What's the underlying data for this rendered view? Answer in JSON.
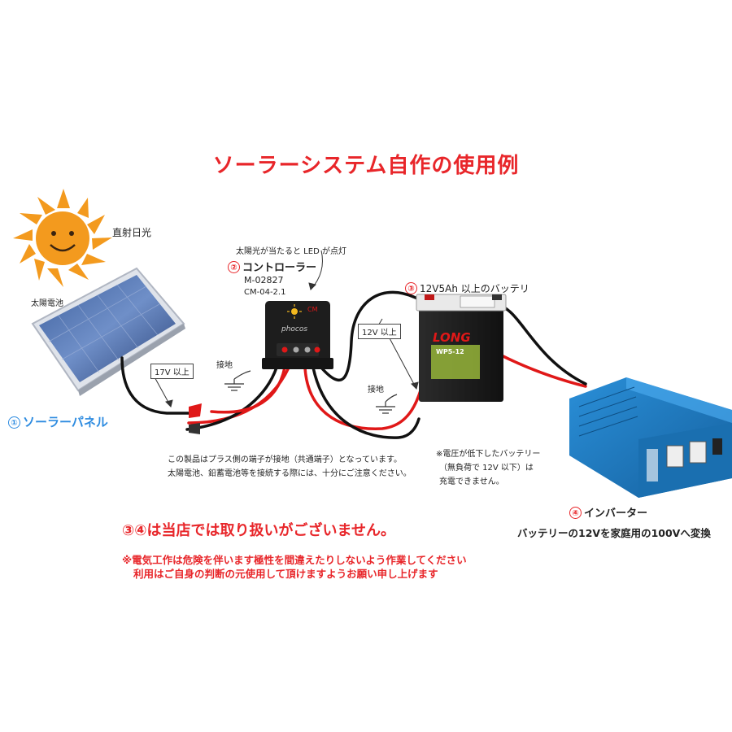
{
  "title": "ソーラーシステム自作の使用例",
  "sun": {
    "label": "直射日光"
  },
  "panel": {
    "caption": "太陽電池",
    "number": "①",
    "name": "ソーラーパネル"
  },
  "controller": {
    "led_note": "太陽光が当たると LED が点灯",
    "number": "②",
    "name": "コントローラー",
    "model1": "M-02827",
    "model2": "CM-04-2.1",
    "brand": "phocos",
    "led_text": "CM"
  },
  "battery": {
    "number": "③",
    "name": "12V5Ah 以上のバッテリ",
    "brand": "LONG",
    "model": "WP5-12",
    "voltage_label": "12V 以上"
  },
  "ground_label": "接地",
  "ground_label_2": "接地",
  "panel_voltage_label": "17V 以上",
  "note_plus": [
    "この製品はプラス側の端子が接地（共通端子）となっています。",
    "太陽電池、鉛蓄電池等を接続する際には、十分にご注意ください。"
  ],
  "note_battery": [
    "※電圧が低下したバッテリー",
    "（無負荷で 12V 以下）は",
    "充電できません。"
  ],
  "inverter": {
    "number": "④",
    "name": "インバーター",
    "desc": "バッテリーの12Vを家庭用の100Vへ変換"
  },
  "not_handled": "③④は当店では取り扱いがございません。",
  "warning": [
    "※電気工作は危険を伴います極性を間違えたりしないよう作業してください",
    "利用はご自身の判断の元使用して頂けますようお願い申し上げます"
  ],
  "colors": {
    "title_red": "#e8262a",
    "panel_blue": "#2d8be0",
    "sun_orange": "#f39a1e",
    "inverter_blue": "#1e7fc8"
  }
}
